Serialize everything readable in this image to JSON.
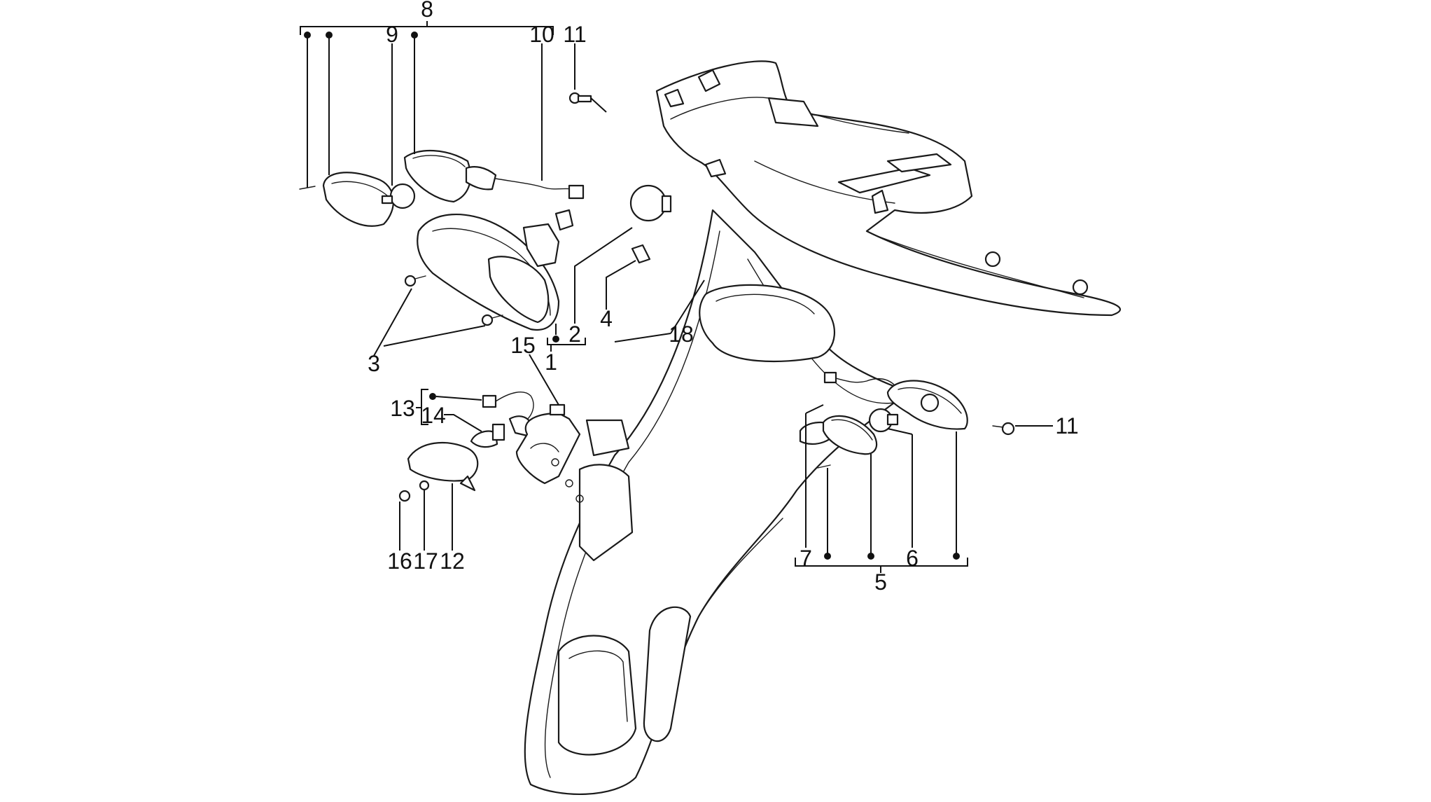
{
  "diagram": {
    "callouts": [
      {
        "id": "c1",
        "text": "1"
      },
      {
        "id": "c2",
        "text": "2"
      },
      {
        "id": "c3",
        "text": "3"
      },
      {
        "id": "c4",
        "text": "4"
      },
      {
        "id": "c5",
        "text": "5"
      },
      {
        "id": "c6",
        "text": "6"
      },
      {
        "id": "c7",
        "text": "7"
      },
      {
        "id": "c8",
        "text": "8"
      },
      {
        "id": "c9",
        "text": "9"
      },
      {
        "id": "c10",
        "text": "10"
      },
      {
        "id": "c11a",
        "text": "11"
      },
      {
        "id": "c11b",
        "text": "11"
      },
      {
        "id": "c12",
        "text": "12"
      },
      {
        "id": "c13",
        "text": "13"
      },
      {
        "id": "c14",
        "text": "14"
      },
      {
        "id": "c15",
        "text": "15"
      },
      {
        "id": "c16",
        "text": "16"
      },
      {
        "id": "c17",
        "text": "17"
      },
      {
        "id": "c18",
        "text": "18"
      }
    ]
  }
}
